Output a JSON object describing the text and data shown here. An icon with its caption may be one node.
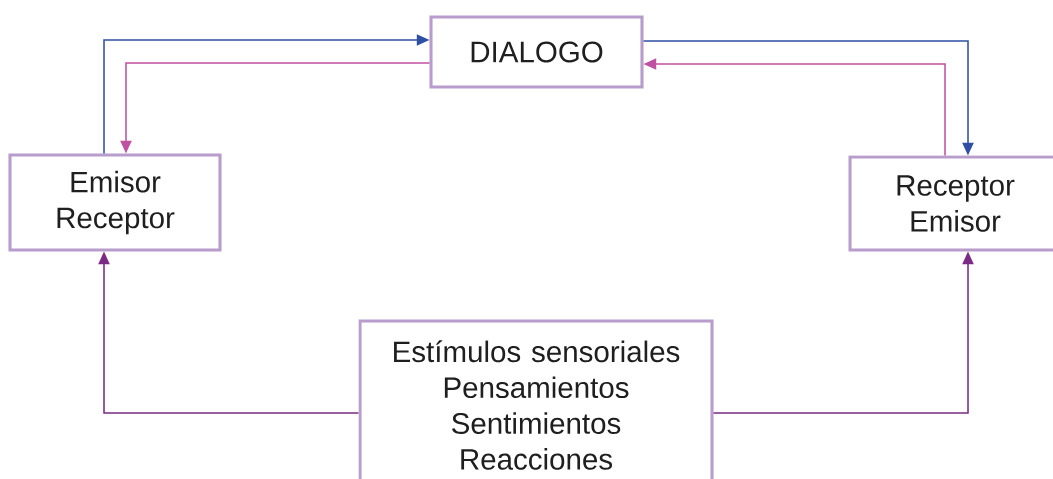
{
  "diagram": {
    "nodes": [
      {
        "text": [
          "DIALOGO"
        ]
      },
      {
        "text": [
          "Emisor Receptor"
        ]
      },
      {
        "text": [
          "Receptor Emisor"
        ]
      },
      {
        "text": [
          "Estímulos sensoriales",
          "Pensamientos",
          "Sentimientos",
          "Reacciones"
        ]
      }
    ],
    "edges": [
      {
        "from": 1,
        "to": 0,
        "arrow": "to",
        "color": "#2e4fa3"
      },
      {
        "from": 0,
        "to": 1,
        "arrow": "to",
        "color": "#c050a0"
      },
      {
        "from": 0,
        "to": 2,
        "arrow": "to",
        "color": "#2e4fa3"
      },
      {
        "from": 2,
        "to": 0,
        "arrow": "to",
        "color": "#c050a0"
      },
      {
        "from": 3,
        "to": 1,
        "arrow": "to",
        "color": "#7b2a85"
      },
      {
        "from": 3,
        "to": 2,
        "arrow": "to",
        "color": "#7b2a85"
      }
    ]
  }
}
